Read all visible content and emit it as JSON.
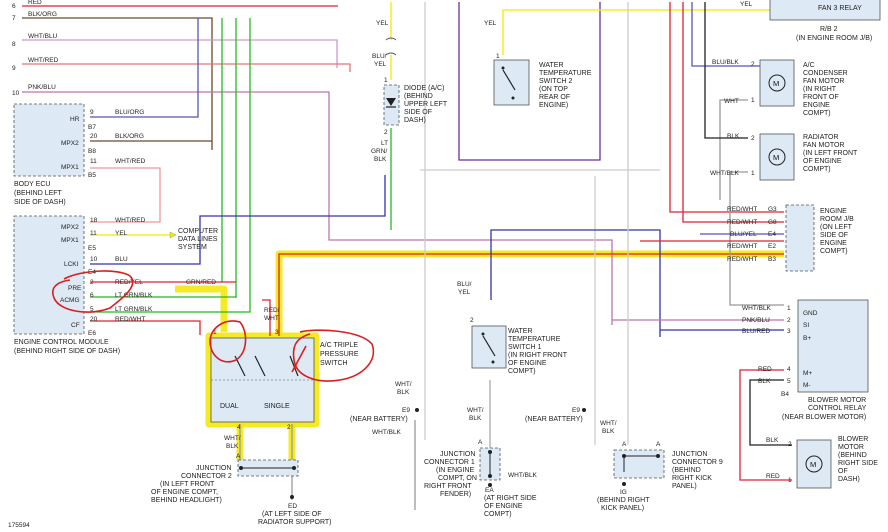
{
  "figure_id": "175594",
  "top_wires": [
    {
      "num": "6",
      "color": "RED"
    },
    {
      "num": "7",
      "color": "BLK/ORG"
    },
    {
      "num": "8",
      "color": "WHT/BLU"
    },
    {
      "num": "9",
      "color": "WHT/RED"
    },
    {
      "num": "10",
      "color": "PNK/BLU"
    }
  ],
  "body_ecu": {
    "label_lines": [
      "BODY ECU",
      "(BEHIND LEFT",
      "SIDE OF DASH)"
    ],
    "pins": [
      {
        "name": "HR",
        "conn": "B7",
        "pin": "9",
        "wire": "BLU/ORG"
      },
      {
        "name": "MPX2",
        "conn": "B8",
        "pin": "20",
        "wire": "BLK/ORG"
      },
      {
        "name": "MPX1",
        "conn": "B5",
        "pin": "11",
        "wire": "WHT/RED"
      }
    ]
  },
  "ecm": {
    "label_lines": [
      "ENGINE CONTROL MODULE",
      "(BEHIND RIGHT SIDE OF DASH)"
    ],
    "pins": [
      {
        "name": "MPX2",
        "pin": "18",
        "wire": "WHT/RED"
      },
      {
        "name": "MPX1",
        "pin": "11",
        "wire": "YEL"
      },
      {
        "name": "E5",
        "pin": "",
        "wire": ""
      },
      {
        "name": "LCKI",
        "pin": "10",
        "wire": "BLU"
      },
      {
        "name": "E4",
        "pin": "",
        "wire": ""
      },
      {
        "name": "PRE",
        "pin": "2",
        "wire": "RED/YEL"
      },
      {
        "name": "ACMG",
        "pin": "6",
        "wire": "LT GRN/BLK"
      },
      {
        "name": "",
        "pin": "5",
        "wire": "LT GRN/BLK"
      },
      {
        "name": "CF",
        "pin": "20",
        "wire": "RED/WHT"
      },
      {
        "name": "E6",
        "pin": "",
        "wire": ""
      }
    ],
    "grn_red": "GRN/RED"
  },
  "computer_data_lines": [
    "COMPUTER",
    "DATA LINES",
    "SYSTEM"
  ],
  "diode": {
    "label_lines": [
      "DIODE (A/C)",
      "(BEHIND",
      "UPPER LEFT",
      "SIDE OF",
      "DASH)"
    ],
    "wire_in": "YEL",
    "wire_mid": [
      "BLU/",
      "YEL"
    ],
    "pin_top": "1",
    "pin_bottom": "2",
    "wire_out": [
      "LT",
      "GRN/",
      "BLK"
    ]
  },
  "water_temp_switch_2": {
    "label_lines": [
      "WATER",
      "TEMPERATURE",
      "SWITCH 2",
      "(ON TOP",
      "REAR OF",
      "ENGINE)"
    ],
    "wire": "YEL",
    "pin": "1"
  },
  "water_temp_switch_1": {
    "label_lines": [
      "WATER",
      "TEMPERATURE",
      "SWITCH 1",
      "(IN RIGHT FRONT",
      "OF ENGINE",
      "COMPT)"
    ],
    "wire": [
      "BLU/",
      "YEL"
    ],
    "pin": "2"
  },
  "fan3_relay": {
    "wire": "YEL",
    "label_lines": [
      "FAN 3 RELAY"
    ],
    "rb": [
      "R/B 2",
      "(IN ENGINE ROOM J/B)"
    ]
  },
  "condenser_fan": {
    "label_lines": [
      "A/C",
      "CONDENSER",
      "FAN MOTOR",
      "(IN RIGHT",
      "FRONT OF",
      "ENGINE",
      "COMPT)"
    ],
    "wires": [
      "BLU/BLK",
      "WHT"
    ],
    "pins": [
      "2",
      "1"
    ],
    "motor": "M"
  },
  "radiator_fan": {
    "label_lines": [
      "RADIATOR",
      "FAN MOTOR",
      "(IN LEFT FRONT",
      "OF ENGINE",
      "COMPT)"
    ],
    "wires": [
      "BLK",
      "WHT/BLK"
    ],
    "pins": [
      "2",
      "1"
    ],
    "motor": "M"
  },
  "engine_room_jb": {
    "label_lines": [
      "ENGINE",
      "ROOM J/B",
      "(ON LEFT",
      "SIDE OF",
      "ENGINE",
      "COMPT)"
    ],
    "rows": [
      {
        "wire": "RED/WHT",
        "pin": "G3"
      },
      {
        "wire": "RED/WHT",
        "pin": "G8"
      },
      {
        "wire": "BLU/YEL",
        "pin": "E4"
      },
      {
        "wire": "RED/WHT",
        "pin": "E2"
      },
      {
        "wire": "RED/WHT",
        "pin": "B3"
      }
    ]
  },
  "blower_relay": {
    "label_lines": [
      "BLOWER MOTOR",
      "CONTROL RELAY",
      "(NEAR BLOWER MOTOR)"
    ],
    "conn": "B4",
    "pins": [
      {
        "wire": "WHT/BLK",
        "num": "1",
        "name": "GND"
      },
      {
        "wire": "PNK/BLU",
        "num": "2",
        "name": "SI"
      },
      {
        "wire": "BLU/RED",
        "num": "3",
        "name": "B+"
      },
      {
        "wire": "RED",
        "num": "4",
        "name": "M+"
      },
      {
        "wire": "BLK",
        "num": "5",
        "name": "M-"
      }
    ]
  },
  "blower_motor": {
    "label_lines": [
      "BLOWER",
      "MOTOR",
      "(BEHIND",
      "RIGHT SIDE",
      "OF",
      "DASH)"
    ],
    "wires": [
      "BLK",
      "RED"
    ],
    "pins": [
      "2",
      "1"
    ],
    "motor": "M"
  },
  "triple_switch": {
    "label_lines": [
      "A/C TRIPLE",
      "PRESSURE",
      "SWITCH"
    ],
    "dual": "DUAL",
    "single": "SINGLE",
    "pins": [
      "1",
      "3",
      "4",
      "2"
    ],
    "top_wire": [
      "RED/",
      "WHT"
    ]
  },
  "jc2": {
    "label_lines": [
      "JUNCTION",
      "CONNECTOR 2",
      "(IN LEFT FRONT",
      "OF ENGINE COMPT,",
      "BEHIND HEADLIGHT)"
    ],
    "wire": [
      "WHT/",
      "BLK"
    ],
    "pin": "A"
  },
  "ground_ed": {
    "label_lines": [
      "ED",
      "(AT LEFT SIDE OF",
      "RADIATOR SUPPORT)"
    ]
  },
  "ground_e9": {
    "label_lines": [
      "E9",
      "(NEAR BATTERY)"
    ],
    "wire": [
      "WHT/",
      "BLK"
    ],
    "wire_below": "WHT/BLK"
  },
  "jc1": {
    "label_lines": [
      "JUNCTION",
      "CONNECTOR 1",
      "(IN ENGINE",
      "COMPT, ON",
      "RIGHT FRONT",
      "FENDER)"
    ],
    "wire": [
      "WHT/",
      "BLK"
    ],
    "wire_side": "WHT/BLK",
    "pin": "A"
  },
  "ground_ea": {
    "label_lines": [
      "EA",
      "(AT RIGHT SIDE",
      "OF ENGINE",
      "COMPT)"
    ]
  },
  "ground_e9b": {
    "label_lines": [
      "E9",
      "(NEAR BATTERY)"
    ]
  },
  "jc9": {
    "label_lines": [
      "JUNCTION",
      "CONNECTOR 9",
      "(BEHIND",
      "RIGHT KICK",
      "PANEL)"
    ],
    "wire": [
      "WHT/",
      "BLK"
    ],
    "pin": "A"
  },
  "ground_ig": {
    "label_lines": [
      "IG",
      "(BEHIND RIGHT",
      "KICK PANEL)"
    ]
  }
}
